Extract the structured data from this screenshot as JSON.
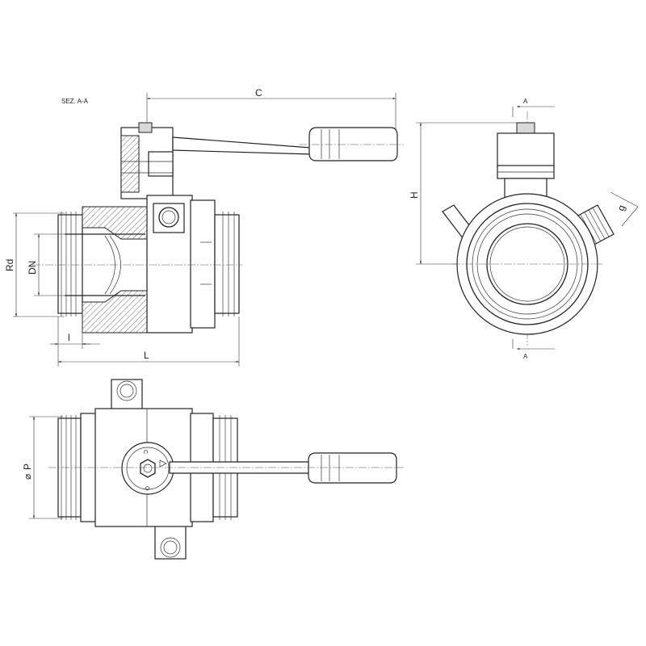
{
  "section_label": "SEZ. A-A",
  "dimensions": {
    "C": "C",
    "H": "H",
    "Rd": "Rd",
    "DN": "DN",
    "l": "l",
    "L": "L",
    "g": "g",
    "P": "P",
    "diameter_symbol": "⌀"
  },
  "section_markers": {
    "top": "A",
    "bottom": "A"
  },
  "handle_marks": {
    "open": "O",
    "closed": "C"
  },
  "colors": {
    "line": "#222222",
    "hatch": "#444444",
    "background": "#ffffff"
  }
}
